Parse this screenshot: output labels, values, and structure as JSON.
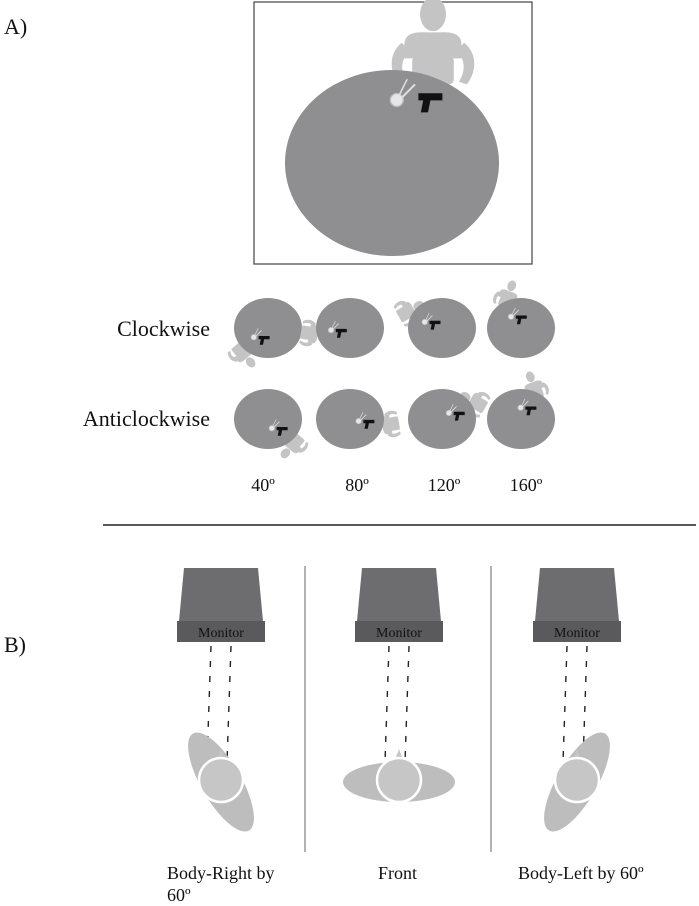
{
  "panel_a": {
    "label": "A)",
    "rows": [
      {
        "label": "Clockwise",
        "person_side": "left"
      },
      {
        "label": "Anticlockwise",
        "person_side": "right"
      }
    ],
    "angles": [
      "40º",
      "80º",
      "120º",
      "160º"
    ],
    "angle_values_deg": [
      40,
      80,
      120,
      160
    ]
  },
  "panel_b": {
    "label": "B)",
    "conditions": [
      {
        "monitor_label": "Monitor",
        "caption": "Body-Right by 60º",
        "body_rotation_deg": 60
      },
      {
        "monitor_label": "Monitor",
        "caption": "Front",
        "body_rotation_deg": 0
      },
      {
        "monitor_label": "Monitor",
        "caption": "Body-Left by 60º",
        "body_rotation_deg": -60
      }
    ]
  },
  "colors": {
    "table": "#8f8f91",
    "person": "#c4c4c4",
    "gun": "#111111",
    "monitor_screen": "#6d6d70",
    "monitor_base": "#5a5a5c",
    "body": "#bdbdbd",
    "head": "#c6c6c6"
  }
}
